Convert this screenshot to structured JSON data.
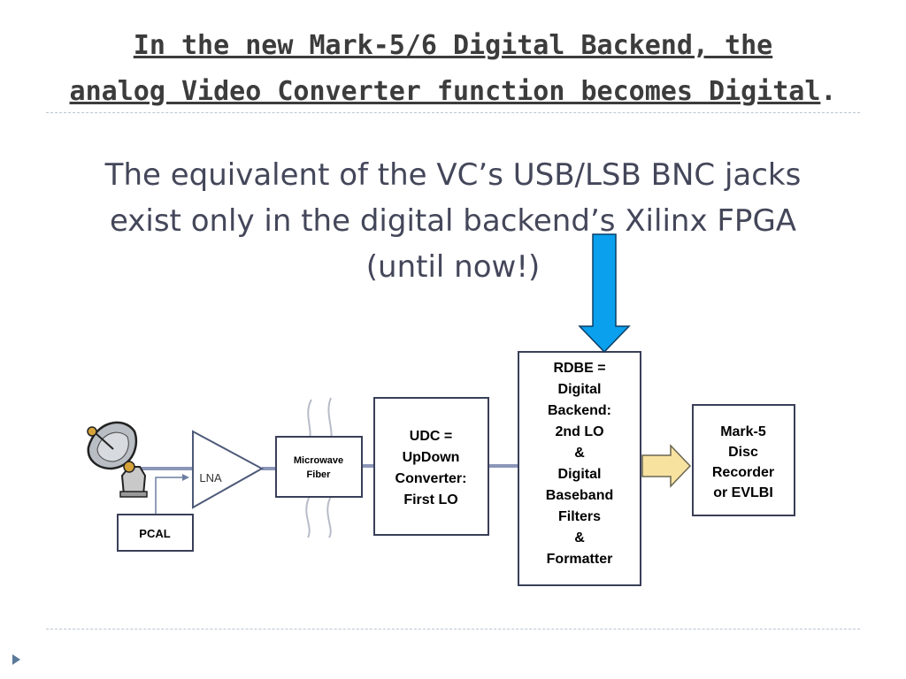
{
  "slide": {
    "title_line1": "In the new Mark-5/6 Digital Backend, the",
    "title_line2": "analog Video Converter function becomes Digital",
    "title_period": ".",
    "subtitle_line1": "The equivalent of the VC’s USB/LSB BNC jacks",
    "subtitle_line2": "exist only in the digital backend’s Xilinx FPGA",
    "subtitle_line3": "(until now!)"
  },
  "diagram": {
    "lna_label": "LNA",
    "pcal_label": "PCAL",
    "fiber_label_line1": "Microwave",
    "fiber_label_line2": "Fiber",
    "udc_lines": [
      "UDC =",
      "UpDown",
      "Converter:",
      "First LO"
    ],
    "rdbe_lines": [
      "RDBE =",
      "Digital",
      "Backend:",
      "2nd LO",
      "&",
      "Digital",
      "Baseband",
      "Filters",
      "&",
      "Formatter"
    ],
    "mark5_lines": [
      "Mark-5",
      "Disc",
      "Recorder",
      "or EVLBI"
    ],
    "colors": {
      "pointer_arrow": "#0aa0ee",
      "output_arrow": "#f7e2a0",
      "signal_line": "#8c96b8",
      "box_border": "#3a3f58"
    },
    "icons": {
      "antenna": "satellite-dish-icon",
      "pointer": "down-arrow-icon",
      "output": "right-arrow-icon"
    }
  }
}
